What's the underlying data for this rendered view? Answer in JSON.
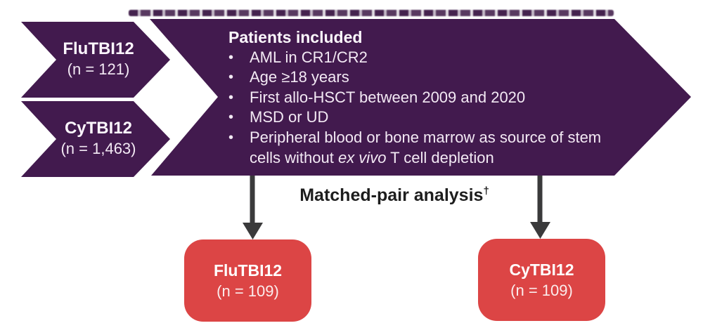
{
  "figure": {
    "source_chevrons": [
      {
        "label": "FluTBI12",
        "count": "(n = 121)"
      },
      {
        "label": "CyTBI12",
        "count": "(n = 1,463)"
      }
    ],
    "inclusion_banner": {
      "title": "Patients included",
      "bullet_char": "•",
      "bullets": [
        {
          "text": "AML in CR1/CR2"
        },
        {
          "text": "Age ≥18 years"
        },
        {
          "text": "First allo-HSCT between 2009 and 2020"
        },
        {
          "text": "MSD or UD"
        },
        {
          "line1": "Peripheral blood or bone marrow as source of stem",
          "line2_pre": "cells without ",
          "line2_italic": "ex vivo",
          "line2_post": " T cell depletion"
        }
      ]
    },
    "note": {
      "text": "Matched-pair analysis",
      "dagger": "†"
    },
    "outcome_boxes": [
      {
        "label": "FluTBI12",
        "count": "(n = 109)"
      },
      {
        "label": "CyTBI12",
        "count": "(n = 109)"
      }
    ],
    "colors": {
      "banner_purple": "#421a4e",
      "box_red": "#dc4545",
      "arrow_gray": "#3a3a3b",
      "light_text": "#f3e9f4",
      "note_black": "#1d1d1d"
    }
  }
}
